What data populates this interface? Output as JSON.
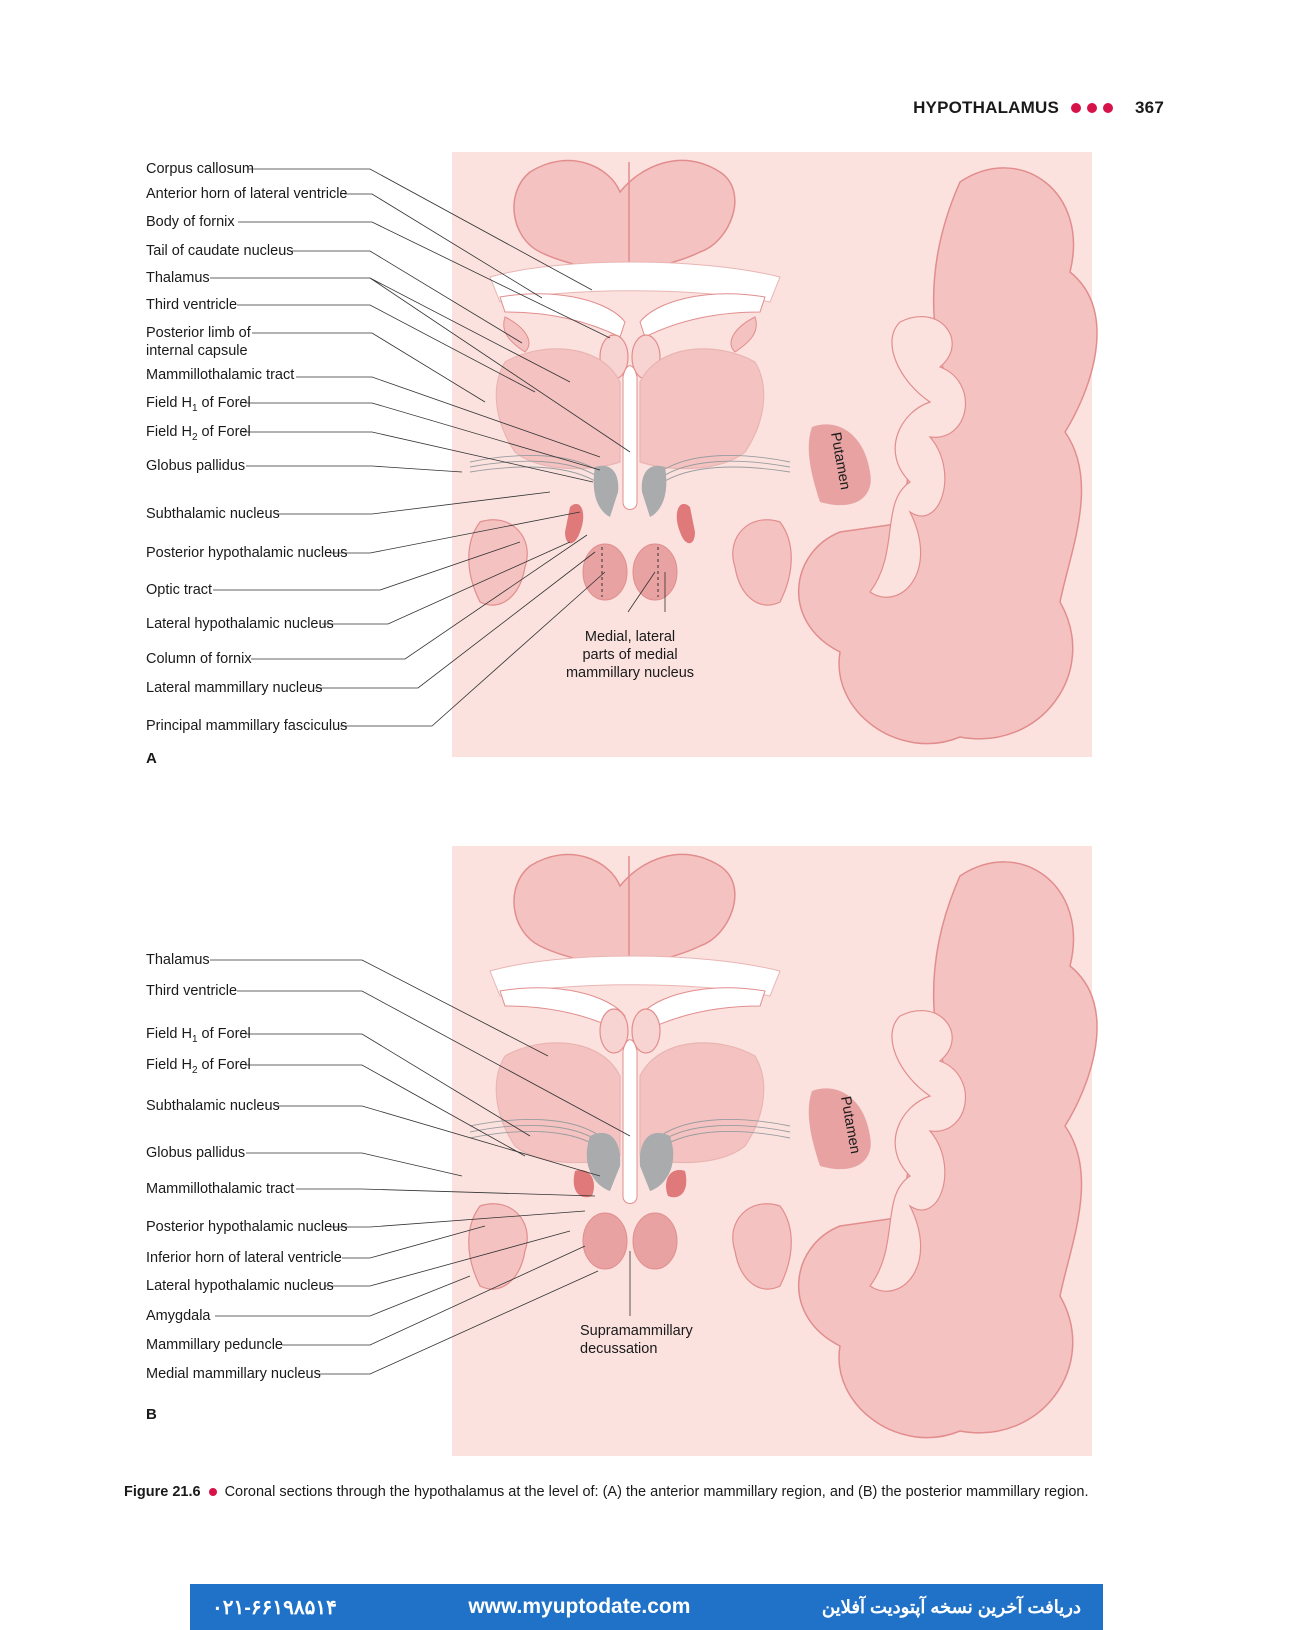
{
  "header": {
    "title": "HYPOTHALAMUS",
    "page_number": "367"
  },
  "figure_a": {
    "panel_letter": "A",
    "labels": [
      "Corpus callosum",
      "Anterior horn of lateral ventricle",
      "Body of fornix",
      "Tail of caudate nucleus",
      "Thalamus",
      "Third ventricle",
      "Posterior limb of",
      "internal capsule",
      "Mammillothalamic tract",
      "Field H1 of Forel",
      "Field H2 of Forel",
      "Globus pallidus",
      "Subthalamic nucleus",
      "Posterior hypothalamic nucleus",
      "Optic tract",
      "Lateral hypothalamic nucleus",
      "Column of fornix",
      "Lateral mammillary nucleus",
      "Principal mammillary fasciculus"
    ],
    "putamen": "Putamen",
    "mammillary_note": [
      "Medial, lateral",
      "parts of medial",
      "mammillary nucleus"
    ]
  },
  "figure_b": {
    "panel_letter": "B",
    "labels": [
      "Thalamus",
      "Third ventricle",
      "Field H1 of Forel",
      "Field H2 of Forel",
      "Subthalamic nucleus",
      "Globus pallidus",
      "Mammillothalamic tract",
      "Posterior hypothalamic nucleus",
      "Inferior horn of lateral ventricle",
      "Lateral hypothalamic nucleus",
      "Amygdala",
      "Mammillary peduncle",
      "Medial mammillary nucleus"
    ],
    "putamen": "Putamen",
    "decussation_note": [
      "Supramammillary",
      "decussation"
    ]
  },
  "caption": {
    "figure_number": "Figure 21.6",
    "text": "Coronal sections through the hypothalamus at the level of: (A) the anterior mammillary region, and (B) the posterior mammillary region."
  },
  "footer": {
    "phone": "۰۲۱-۶۶۱۹۸۵۱۴",
    "website": "www.myuptodate.com",
    "persian_text": "دریافت آخرین نسخه آپتودیت آفلاین"
  },
  "colors": {
    "accent": "#d6124a",
    "tissue_light": "#fbe2df",
    "tissue_mid": "#f4c3c1",
    "tissue_dark": "#e8a2a2",
    "nucleus_red": "#e07a7a",
    "nucleus_grey": "#a9abad",
    "banner": "#1f72c8"
  }
}
